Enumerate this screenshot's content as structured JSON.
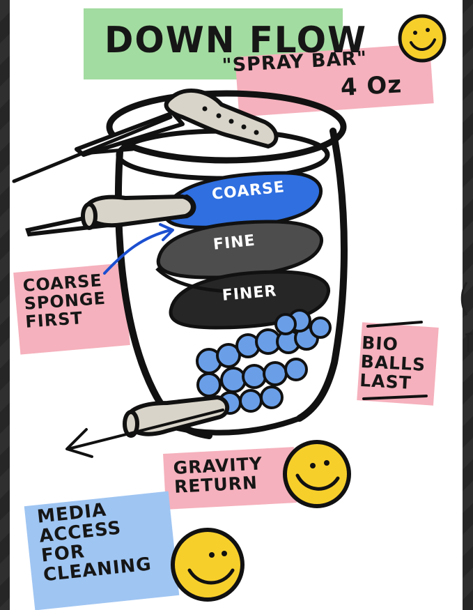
{
  "title": "DOWN FLOW",
  "spraybar": {
    "line1": "\"SPRAY BAR\"",
    "line2": "4 Oz"
  },
  "layers": {
    "coarse": "COARSE",
    "fine": "FINE",
    "finer": "FINER"
  },
  "notes": {
    "coarse_sponge": [
      "COARSE",
      "SPONGE",
      "FIRST"
    ],
    "bio_balls": [
      "BIO",
      "BALLS",
      "LAST"
    ],
    "gravity_return": [
      "GRAVITY",
      "RETURN"
    ],
    "media_access": [
      "MEDIA",
      "ACCESS",
      "FOR",
      "CLEANING"
    ]
  },
  "colors": {
    "green_highlight": "#9fdc9a",
    "pink_highlight": "#f4a6b4",
    "blue_highlight": "#9ec3f0",
    "coarse_blue": "#2f6fe0",
    "fine_gray": "#4d4d4d",
    "finer_dark": "#262626",
    "bio_ball_blue": "#6a9fe8",
    "smiley_yellow": "#f7cf2b"
  },
  "icons": [
    "smiley-face-icon",
    "arrow-icon"
  ]
}
